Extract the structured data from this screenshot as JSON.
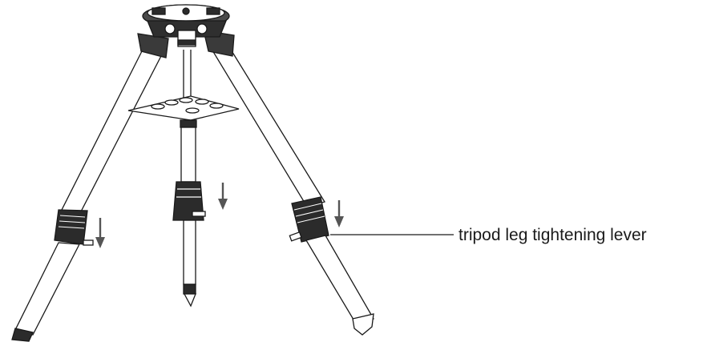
{
  "diagram": {
    "subject": "tripod",
    "callouts": [
      {
        "id": "leg-lever",
        "label": "tripod leg tightening lever"
      }
    ],
    "caption": "",
    "colors": {
      "line": "#1a1a1a",
      "fill": "#ffffff",
      "dark": "#2a2a2a",
      "arrow": "#555555"
    }
  }
}
